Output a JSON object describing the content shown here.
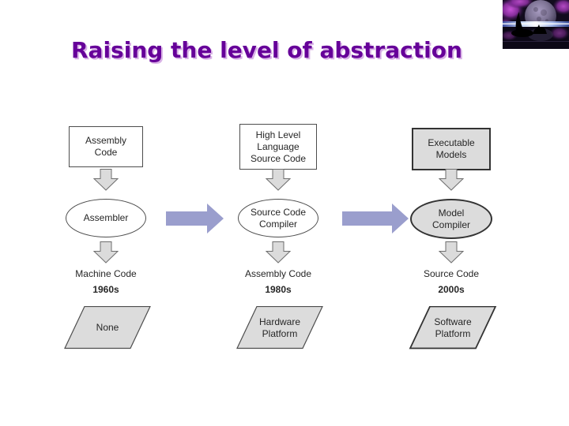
{
  "slide": {
    "title": "Raising the level of abstraction"
  },
  "colors": {
    "title": "#660099",
    "title_shadow": "#D9B3E6",
    "flow_arrow": "#9A9ECD",
    "shape_fill_plain": "#FFFFFF",
    "shape_fill_gray": "#DCDCDC",
    "shape_stroke": "#4D4D4D",
    "text": "#262626"
  },
  "corner_image": {
    "description": "purple planet and orca whales over water"
  },
  "columns": [
    {
      "box_lines": [
        "Assembly",
        "Code"
      ],
      "process_lines": [
        "Assembler"
      ],
      "output": "Machine Code",
      "era": "1960s",
      "platform_lines": [
        "None"
      ],
      "filled": false
    },
    {
      "box_lines": [
        "High Level",
        "Language",
        "Source Code"
      ],
      "process_lines": [
        "Source Code",
        "Compiler"
      ],
      "output": "Assembly Code",
      "era": "1980s",
      "platform_lines": [
        "Hardware",
        "Platform"
      ],
      "filled": false
    },
    {
      "box_lines": [
        "Executable",
        "Models"
      ],
      "process_lines": [
        "Model",
        "Compiler"
      ],
      "output": "Source Code",
      "era": "2000s",
      "platform_lines": [
        "Software",
        "Platform"
      ],
      "filled": true
    }
  ]
}
